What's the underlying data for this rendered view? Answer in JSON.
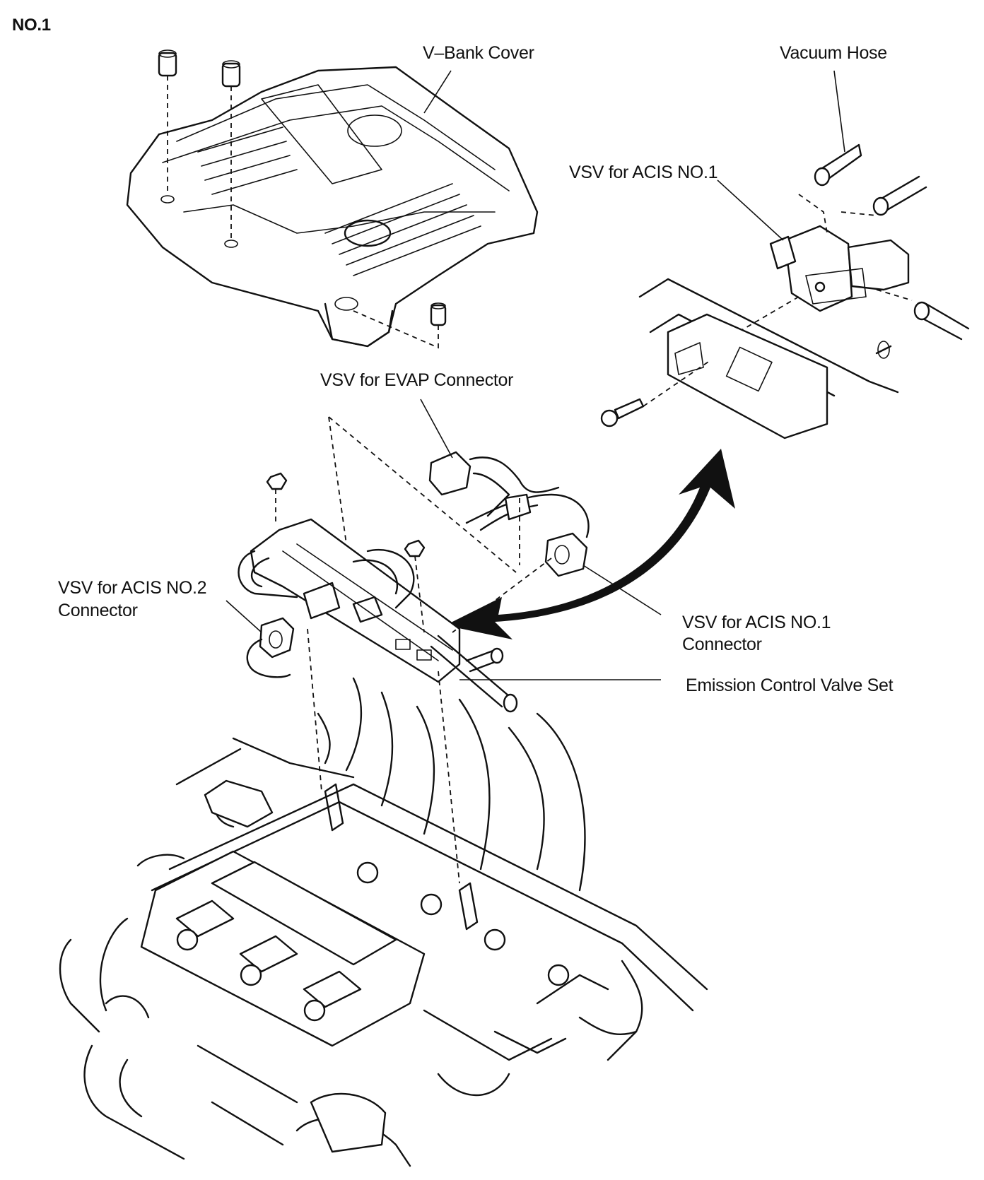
{
  "figure": {
    "number_label": "NO.1"
  },
  "labels": {
    "v_bank_cover": "V–Bank Cover",
    "vacuum_hose": "Vacuum Hose",
    "vsv_acis_no1": "VSV for ACIS NO.1",
    "vsv_evap_connector": "VSV for EVAP Connector",
    "vsv_acis_no2_connector_line1": "VSV for ACIS NO.2",
    "vsv_acis_no2_connector_line2": "Connector",
    "vsv_acis_no1_connector_line1": "VSV for ACIS NO.1",
    "vsv_acis_no1_connector_line2": "Connector",
    "emission_control_valve_set": "Emission Control Valve Set"
  }
}
